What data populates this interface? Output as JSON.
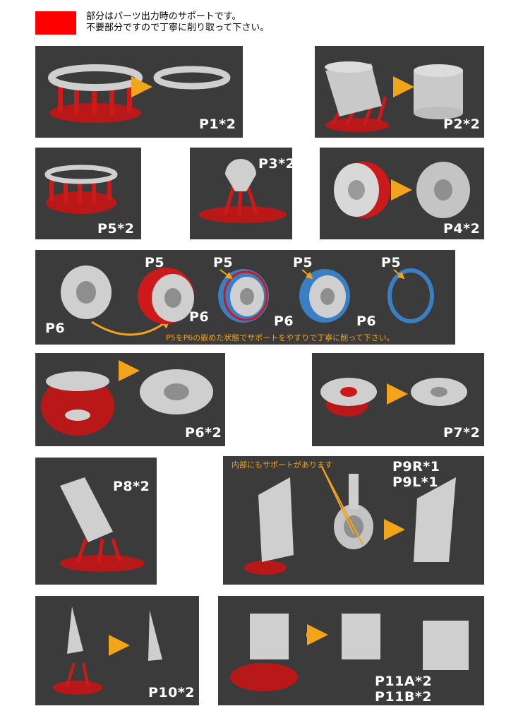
{
  "legend": {
    "swatch_color": "#ff0000",
    "line1": "部分はパーツ出力時のサポートです。",
    "line2": "不要部分ですので丁寧に削り取って下さい。"
  },
  "colors": {
    "support": "#cc1a1a",
    "part": "#cfcfcf",
    "panel": "#3b3b3b",
    "arrow": "#f2a51a",
    "blue": "#3a7fc4"
  },
  "parts": {
    "p1": "P1*2",
    "p2": "P2*2",
    "p3": "P3*2",
    "p4": "P4*2",
    "p5": "P5*2",
    "p6_section": {
      "p5": "P5",
      "p6": "P6",
      "note": "P5をP6の嵌めた状態でサポートをやすりで丁寧に削って下さい。"
    },
    "p6": "P6*2",
    "p7": "P7*2",
    "p8": "P8*2",
    "p9r": "P9R*1",
    "p9l": "P9L*1",
    "p9_note": "内部にもサポートがあります",
    "p10": "P10*2",
    "p11a": "P11A*2",
    "p11b": "P11B*2"
  }
}
